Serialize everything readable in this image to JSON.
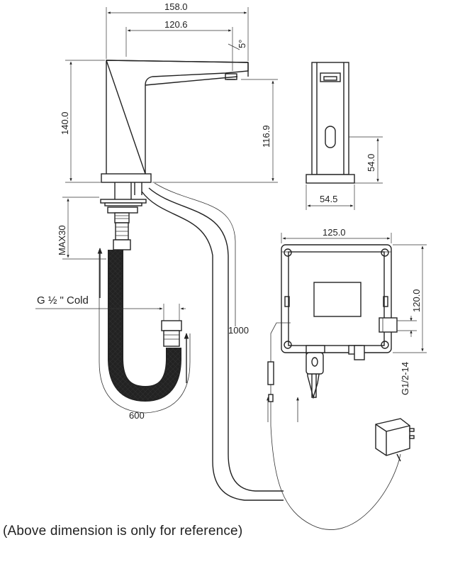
{
  "dimensions": {
    "overall_length": "158.0",
    "spout_reach": "120.6",
    "spout_angle": "5°",
    "body_height": "140.0",
    "spout_height": "116.9",
    "sensor_height": "54.0",
    "base_width": "54.5",
    "mount_max": "MAX30",
    "hose_length": "1000",
    "flex_hose_length": "600",
    "box_width": "125.0",
    "box_height": "120.0",
    "outlet_thread": "G1/2-14"
  },
  "labels": {
    "inlet": "G ½ \"  Cold"
  },
  "footnote": "(Above dimension is only for reference)"
}
